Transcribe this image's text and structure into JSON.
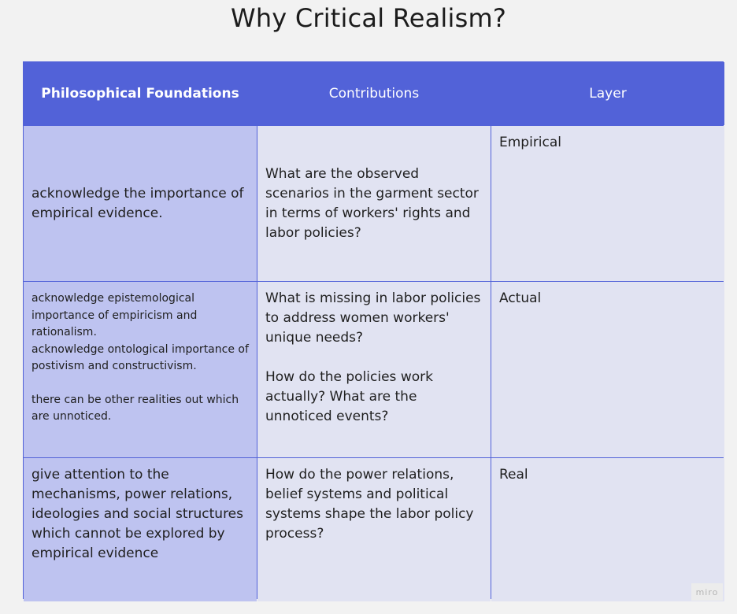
{
  "title": "Why Critical Realism?",
  "table": {
    "headers": [
      "Philosophical Foundations",
      "Contributions",
      "Layer"
    ],
    "rows": [
      {
        "foundation": [
          "acknowledge the importance of empirical evidence."
        ],
        "contribution": [
          "What are the observed scenarios in the garment sector in terms of workers' rights and labor policies?"
        ],
        "layer": "Empirical"
      },
      {
        "foundation": [
          "acknowledge epistemological importance of empiricism and rationalism.\nacknowledge ontological importance of postivism and constructivism.",
          "there can be other realities out which are unnoticed."
        ],
        "contribution": [
          "What is missing in labor policies to address women workers' unique needs?",
          "How do the policies work actually? What are the unnoticed events?"
        ],
        "layer": "Actual"
      },
      {
        "foundation": [
          "give attention to the mechanisms, power relations, ideologies and social structures which cannot be explored by empirical evidence"
        ],
        "contribution": [
          "How do the power relations, belief systems and political systems shape the labor policy process?"
        ],
        "layer": "Real"
      }
    ]
  },
  "watermark": "miro",
  "colors": {
    "header": "#5262d8",
    "first_column": "#bec3f0",
    "cells": "#e1e3f2",
    "background": "#f2f2f2"
  }
}
